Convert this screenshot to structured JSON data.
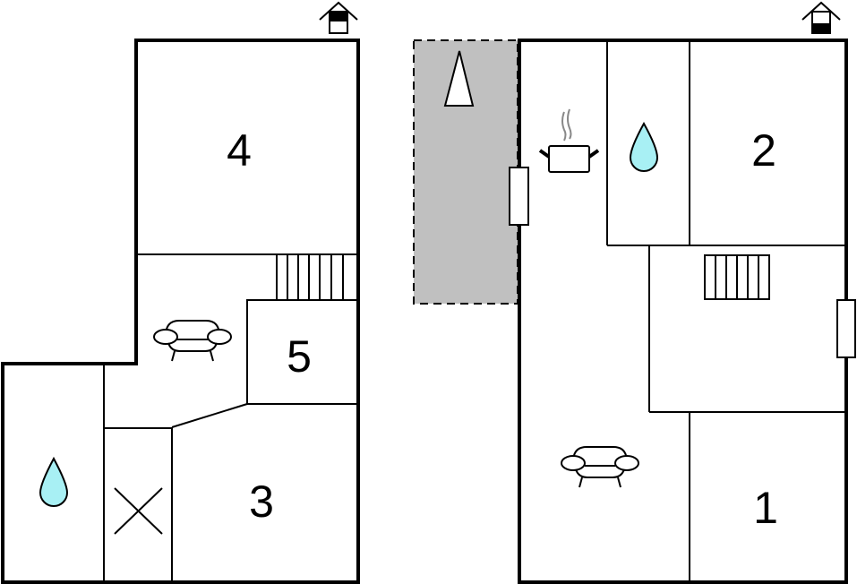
{
  "plan": {
    "left_floor": {
      "rooms": {
        "r4": "4",
        "r5": "5",
        "r3": "3"
      },
      "icons": [
        "entrance-icon",
        "stairs-icon",
        "sofa-icon",
        "bathroom-water-icon",
        "void-cross-icon"
      ]
    },
    "right_floor": {
      "rooms": {
        "r2": "2",
        "r1": "1"
      },
      "icons": [
        "entrance-icon",
        "tree-icon",
        "kitchen-pot-icon",
        "bathroom-water-icon",
        "stairs-icon",
        "sofa-icon",
        "window-icon"
      ]
    },
    "colors": {
      "water": "#a8f0f4",
      "terrace": "#c0c0c0",
      "wall": "#000000"
    }
  }
}
